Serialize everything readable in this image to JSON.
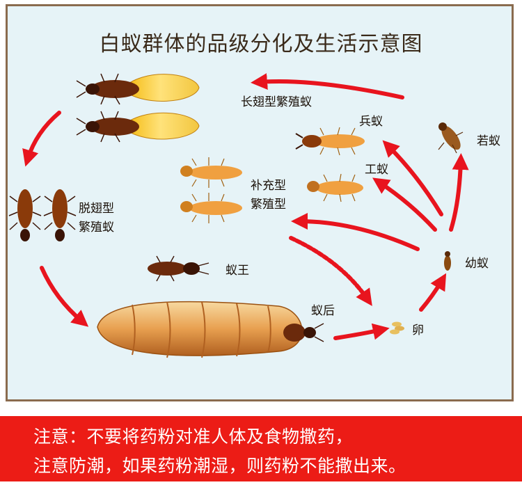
{
  "title": "白蚁群体的品级分化及生活示意图",
  "labels": {
    "long_wing": "长翅型繁殖蚁",
    "soldier": "兵蚁",
    "nymph": "若蚁",
    "worker": "工蚁",
    "supplementary_1": "补充型",
    "supplementary_2": "繁殖型",
    "dealate_1": "脱翅型",
    "dealate_2": "繁殖蚁",
    "king": "蚁王",
    "larva": "幼蚁",
    "queen": "蚁后",
    "egg": "卵"
  },
  "notice": {
    "line1": "注意：不要将药粉对准人体及食物撒药，",
    "line2": "注意防潮，如果药粉潮湿，则药粉不能撒出来。"
  },
  "colors": {
    "arrow": "#e8141e",
    "banner": "#ec1c16",
    "background": "#e6f3f7",
    "frame": "#8a6b4e"
  }
}
